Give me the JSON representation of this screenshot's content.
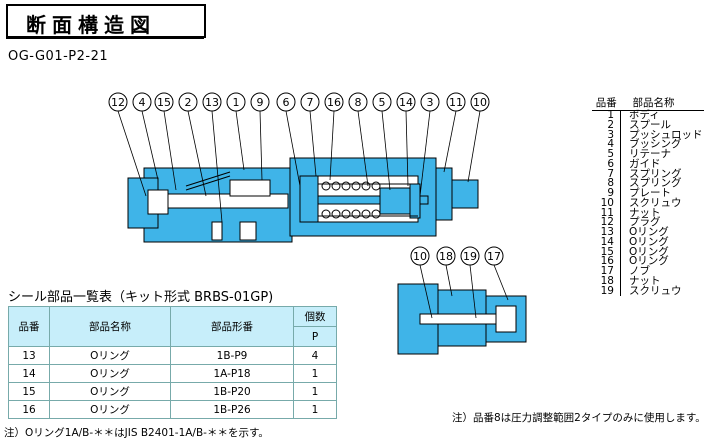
{
  "title": "断面構造図",
  "model": "OG-G01-P2-21",
  "callouts_main": [
    "12",
    "4",
    "15",
    "2",
    "13",
    "1",
    "9",
    "6",
    "7",
    "16",
    "8",
    "5",
    "14",
    "3",
    "11",
    "10"
  ],
  "callouts_detail": [
    "10",
    "18",
    "19",
    "17"
  ],
  "parts_table": {
    "header_no": "品番",
    "header_name": "部品名称",
    "rows": [
      {
        "no": "1",
        "name": "ボディ"
      },
      {
        "no": "2",
        "name": "スプール"
      },
      {
        "no": "3",
        "name": "プッシュロッド"
      },
      {
        "no": "4",
        "name": "ブッシング"
      },
      {
        "no": "5",
        "name": "リテーナ"
      },
      {
        "no": "6",
        "name": "ガイド"
      },
      {
        "no": "7",
        "name": "スプリング"
      },
      {
        "no": "8",
        "name": "スプリング"
      },
      {
        "no": "9",
        "name": "プレート"
      },
      {
        "no": "10",
        "name": "スクリュウ"
      },
      {
        "no": "11",
        "name": "ナット"
      },
      {
        "no": "12",
        "name": "プラグ"
      },
      {
        "no": "13",
        "name": "Oリング"
      },
      {
        "no": "14",
        "name": "Oリング"
      },
      {
        "no": "15",
        "name": "Oリング"
      },
      {
        "no": "16",
        "name": "Oリング"
      },
      {
        "no": "17",
        "name": "ノブ"
      },
      {
        "no": "18",
        "name": "ナット"
      },
      {
        "no": "19",
        "name": "スクリュウ"
      }
    ]
  },
  "seal_table": {
    "title": "シール部品一覧表（キット形式 BRBS-01GP)",
    "headers": {
      "no": "品番",
      "name": "部品名称",
      "model": "部品形番",
      "qty": "個数",
      "qty_sub": "P"
    },
    "rows": [
      {
        "no": "13",
        "name": "Oリング",
        "model": "1B-P9",
        "qty": "4"
      },
      {
        "no": "14",
        "name": "Oリング",
        "model": "1A-P18",
        "qty": "1"
      },
      {
        "no": "15",
        "name": "Oリング",
        "model": "1B-P20",
        "qty": "1"
      },
      {
        "no": "16",
        "name": "Oリング",
        "model": "1B-P26",
        "qty": "1"
      }
    ]
  },
  "note_left": "注）Oリング1A/B-＊＊はJIS B2401-1A/B-＊＊を示す。",
  "note_right": "注）品番8は圧力調整範囲2タイプのみに使用します。",
  "colors": {
    "body": "#3fb4e8",
    "header_fill": "#c7eefa",
    "dark": "#000000"
  }
}
